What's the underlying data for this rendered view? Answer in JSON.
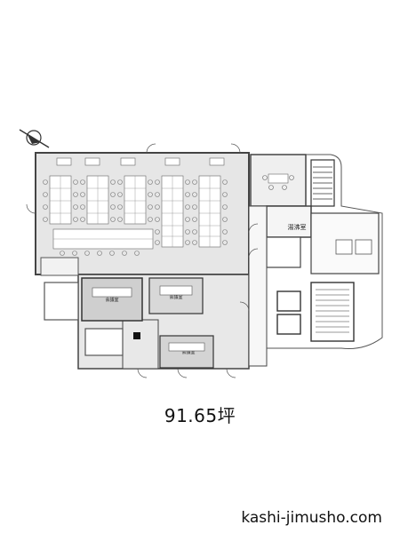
{
  "floor_plan": {
    "area_label": "91.65坪",
    "room_label_storage": "湯沸室",
    "meeting_room_labels": [
      "会議室",
      "会議室",
      "会議室"
    ]
  },
  "footer": {
    "site": "kashi-jimusho.com"
  },
  "colors": {
    "office_fill": "#e6e6e6",
    "meeting_fill": "#cfcfcf",
    "line": "#4a4a4a",
    "background": "#ffffff"
  },
  "icons": {
    "north_arrow": "north-arrow-icon"
  }
}
